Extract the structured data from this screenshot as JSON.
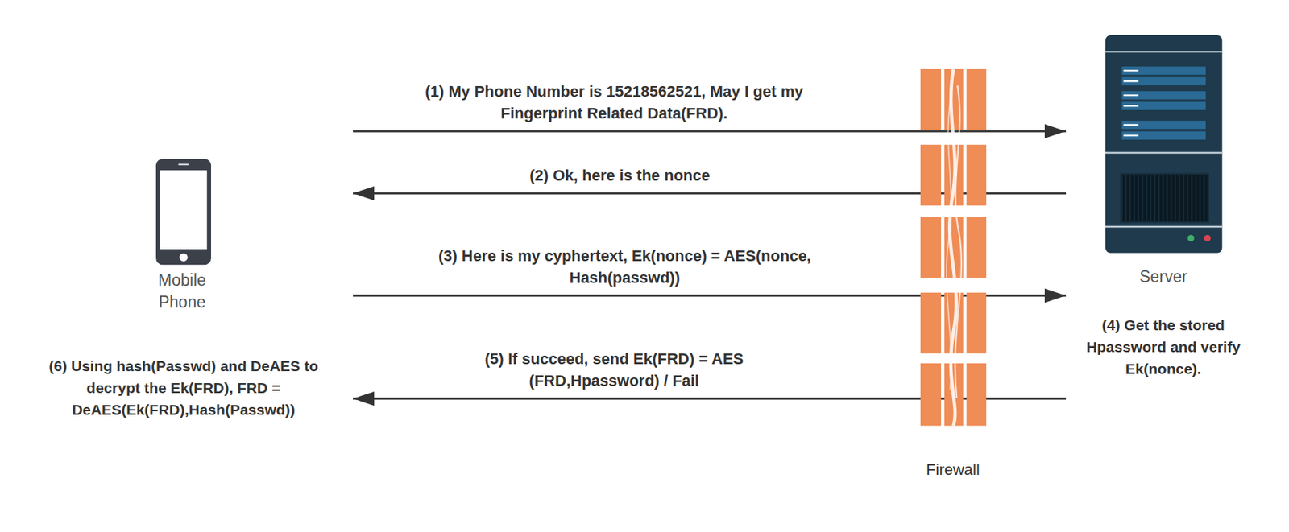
{
  "diagram": {
    "nodes": [
      {
        "text": [
          "Mobile Phone",
          "(6) Using hash(Passwd) and DeAES to decrypt the Ek(FRD), FRD = DeAES(Ek(FRD),Hash(Passwd))"
        ]
      },
      {
        "text": [
          "Firewall"
        ]
      },
      {
        "text": [
          "Server",
          "(4) Get the stored Hpassword and verify Ek(nonce)."
        ]
      }
    ],
    "edges": [
      {
        "from": 0,
        "to": 2,
        "arrow": "to",
        "label": "(1) My Phone Number is 15218562521, May I get my Fingerprint Related Data(FRD)."
      },
      {
        "from": 2,
        "to": 0,
        "arrow": "to",
        "label": "(2) Ok, here is the nonce"
      },
      {
        "from": 0,
        "to": 2,
        "arrow": "to",
        "label": "(3) Here is my cyphertext, Ek(nonce) = AES(nonce, Hash(passwd))"
      },
      {
        "from": 2,
        "to": 0,
        "arrow": "to",
        "label": "(5) If succeed, send Ek(FRD) = AES (FRD,Hpassword) / Fail"
      }
    ]
  }
}
